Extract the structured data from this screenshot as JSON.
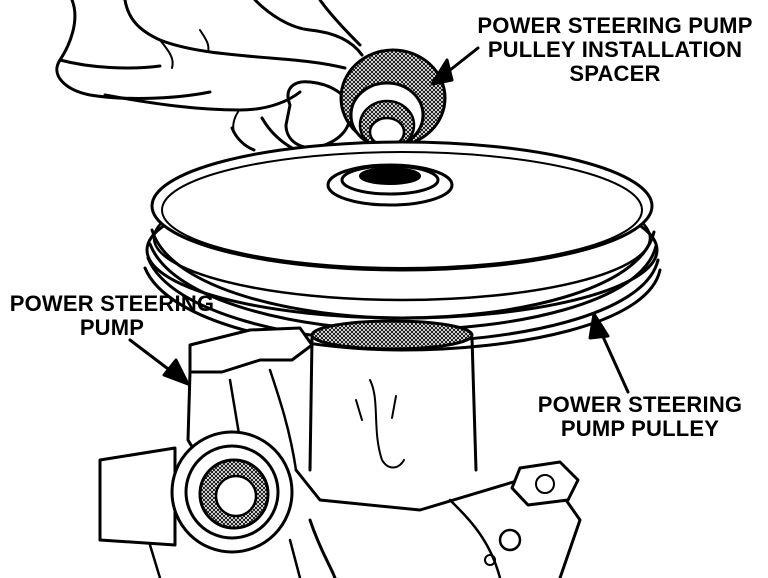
{
  "labels": {
    "spacer": [
      "POWER STEERING PUMP",
      "PULLEY INSTALLATION",
      "SPACER"
    ],
    "pump": [
      "POWER STEERING",
      "PUMP"
    ],
    "pulley": [
      "POWER STEERING",
      "PUMP PULLEY"
    ]
  },
  "colors": {
    "ink": "#000000",
    "paper": "#ffffff"
  }
}
